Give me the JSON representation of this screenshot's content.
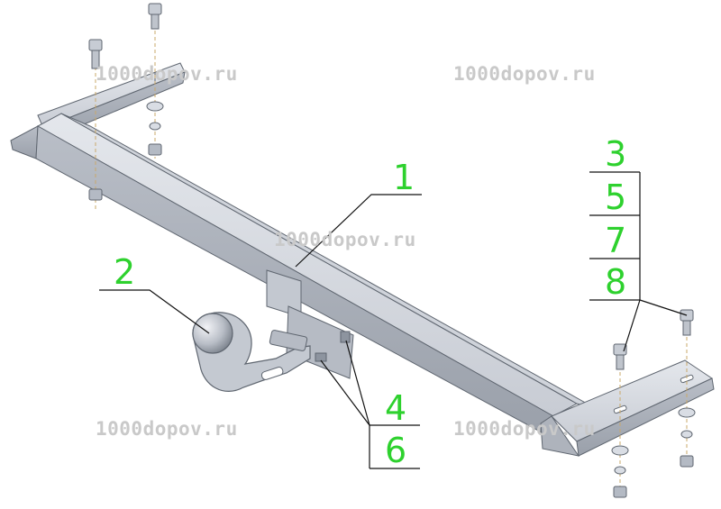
{
  "watermark": "1000dopov.ru",
  "callouts": {
    "frame": "1",
    "ball": "2",
    "bolt_set_a": "3",
    "bolt_set_b": "4",
    "washer_a": "5",
    "washer_b": "6",
    "spring_washer": "7",
    "nut": "8"
  },
  "colors": {
    "metal_light": "#d9dde4",
    "metal_mid": "#b4bac4",
    "metal_dark": "#8d949f",
    "outline": "#5f6670",
    "callout": "#2ed12e",
    "leader": "#111111",
    "watermark": "#c9c9c9"
  }
}
